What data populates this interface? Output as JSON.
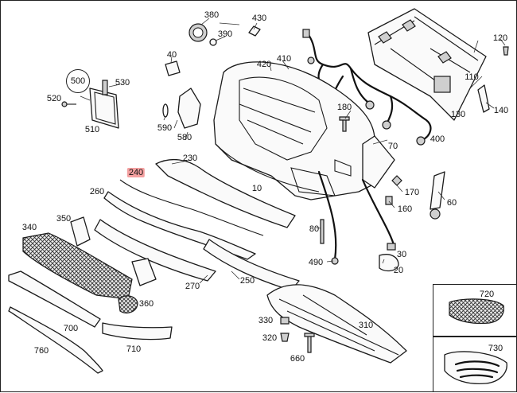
{
  "parts": {
    "p10": "10",
    "p20": "20",
    "p30": "30",
    "p40": "40",
    "p60": "60",
    "p70": "70",
    "p80": "80",
    "p110": "110",
    "p120": "120",
    "p130": "130",
    "p140": "140",
    "p160": "160",
    "p170": "170",
    "p180": "180",
    "p230": "230",
    "p240": "240",
    "p250": "250",
    "p260": "260",
    "p270": "270",
    "p310": "310",
    "p320": "320",
    "p330": "330",
    "p340": "340",
    "p350": "350",
    "p360": "360",
    "p380": "380",
    "p390": "390",
    "p400": "400",
    "p410": "410",
    "p420": "420",
    "p430": "430",
    "p490": "490",
    "p500": "500",
    "p510": "510",
    "p520": "520",
    "p530": "530",
    "p580": "580",
    "p590": "590",
    "p660": "660",
    "p700": "700",
    "p710": "710",
    "p720": "720",
    "p730": "730",
    "p760": "760"
  },
  "highlight": {
    "part": "240",
    "color": "#f4a0a0"
  }
}
